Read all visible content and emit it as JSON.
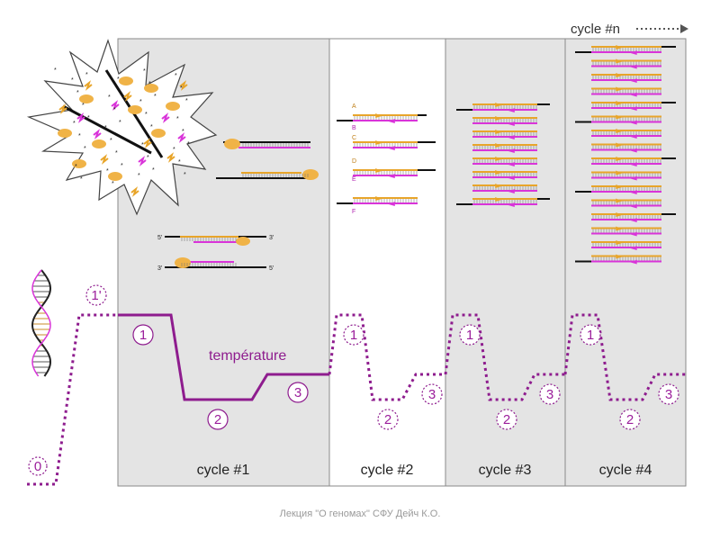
{
  "colors": {
    "panel_grey": "#e4e4e4",
    "panel_white": "#ffffff",
    "border": "#8a8a8a",
    "temperature_curve": "#8e1c8e",
    "strand_orange": "#e8a52a",
    "strand_magenta": "#d934d9",
    "strand_black": "#111111"
  },
  "labels": {
    "cycle_n": "cycle #n",
    "temperature": "température",
    "cycles": [
      "cycle #1",
      "cycle #2",
      "cycle #3",
      "cycle #4"
    ],
    "steps": {
      "zero": "0",
      "one_prime": "1'",
      "one": "1",
      "two": "2",
      "three": "3"
    },
    "strand_ends": {
      "five": "5'",
      "three": "3'"
    },
    "product_letters": [
      "A",
      "B",
      "C",
      "D",
      "E",
      "F"
    ]
  },
  "footer": "Лекция \"О геномах\" СФУ  Дейч К.О."
}
